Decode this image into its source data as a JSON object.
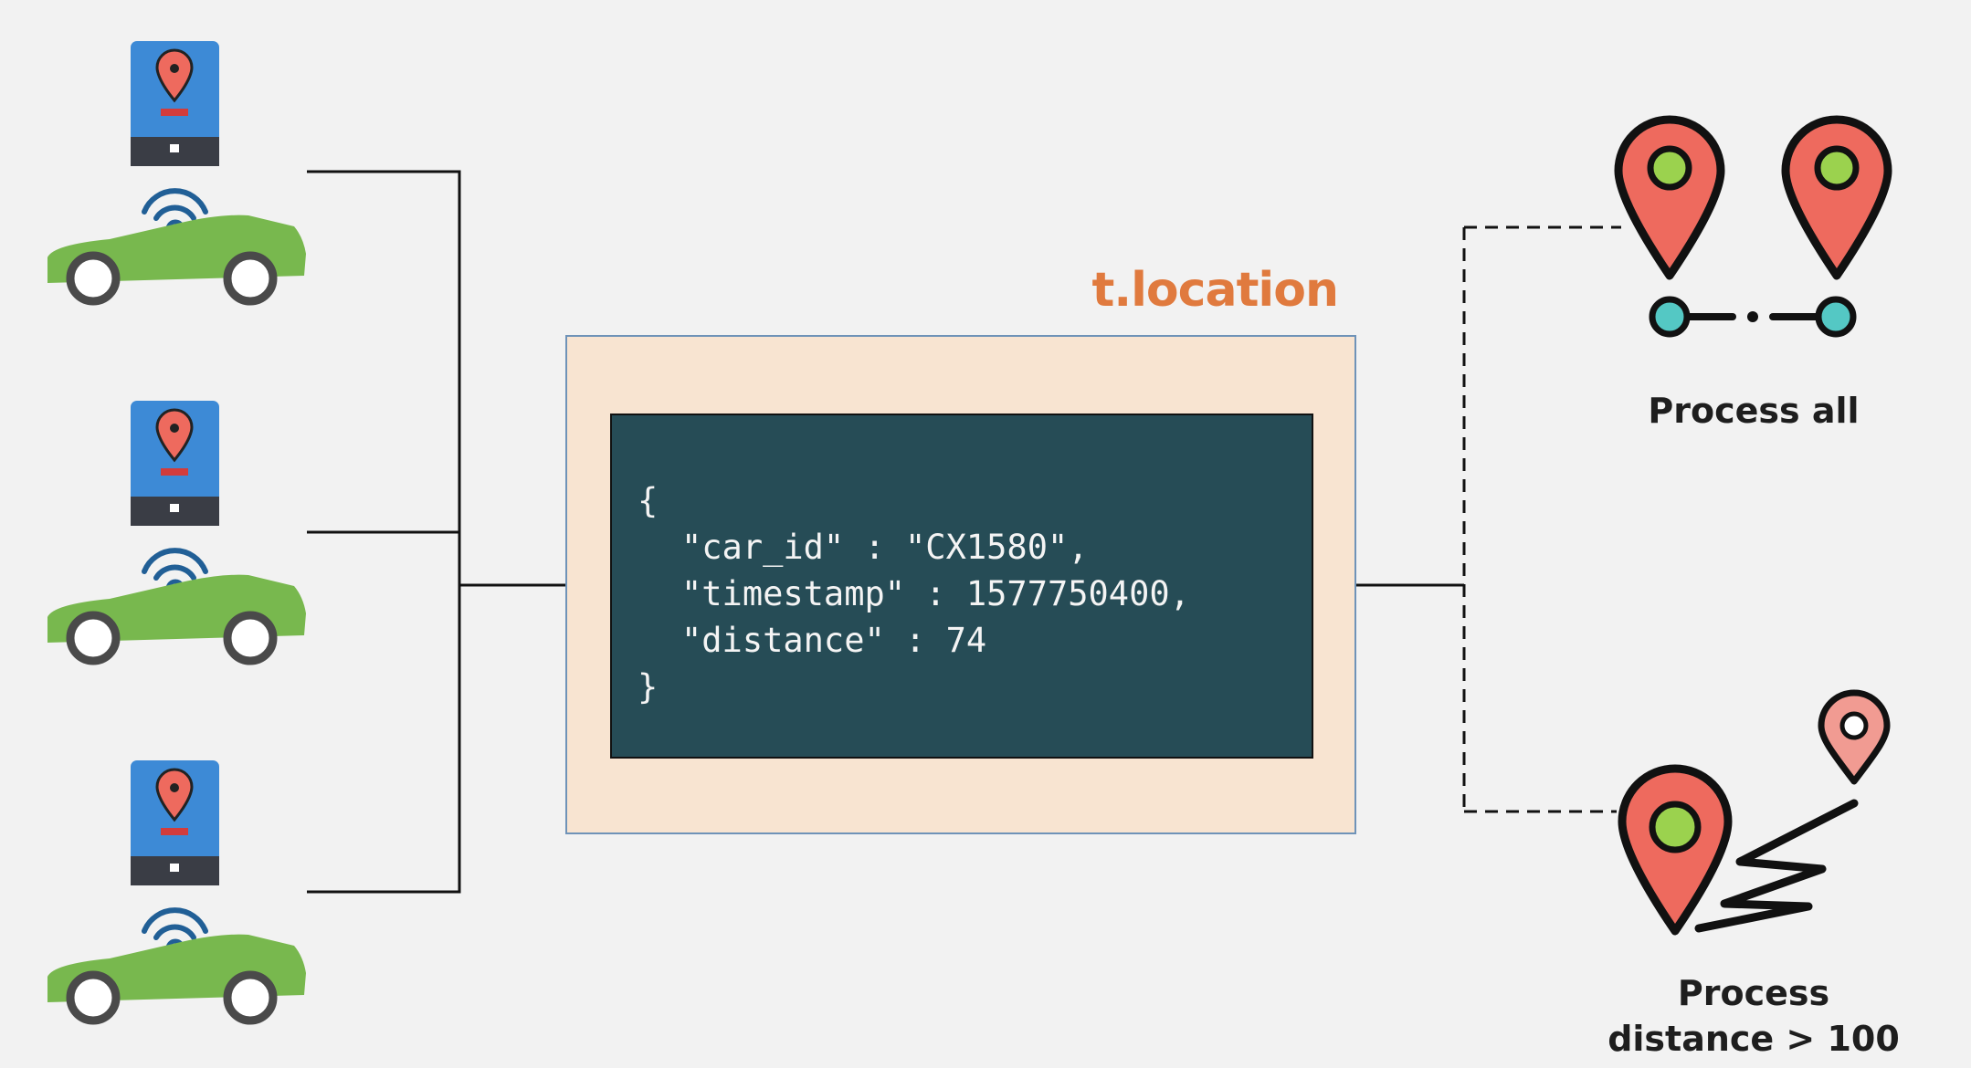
{
  "topic": {
    "name": "t.location"
  },
  "message": {
    "open_brace": "{",
    "lines": [
      "\"car_id\" : \"CX1580\",",
      "\"timestamp\" : 1577750400,",
      "\"distance\" : 74"
    ],
    "close_brace": "}"
  },
  "consumers": [
    {
      "caption_lines": [
        "Process all"
      ]
    },
    {
      "caption_lines": [
        "Process",
        "distance > 100"
      ]
    }
  ],
  "colors": {
    "topic_label": "#e07a3e",
    "topic_box": "#f8e4d1",
    "code_box": "#264c56",
    "car_body": "#78b84e",
    "device": "#3d8ad6",
    "pin": "#ee6a5e",
    "pin_center": "#9bd24e",
    "node": "#54c8c4"
  }
}
